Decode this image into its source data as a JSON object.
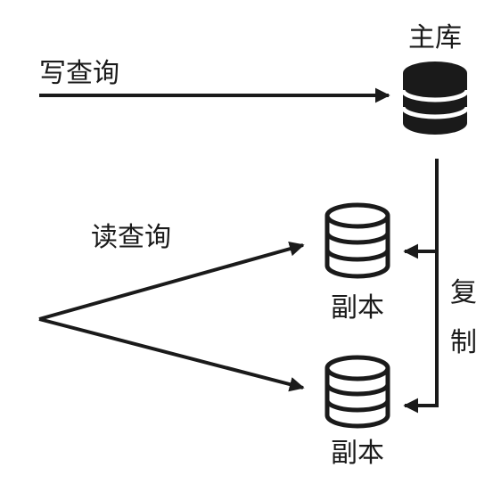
{
  "labels": {
    "primary": "主库",
    "write_query": "写查询",
    "read_query": "读查询",
    "replica_top": "副本",
    "replica_bottom": "副本",
    "replicate_char_1": "复",
    "replicate_char_2": "制"
  },
  "colors": {
    "ink": "#1a1a1a",
    "background": "#ffffff"
  }
}
